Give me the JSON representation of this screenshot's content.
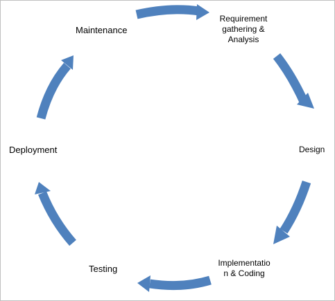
{
  "stages": {
    "maintenance": {
      "lines": [
        "Maintenance"
      ]
    },
    "requirement": {
      "lines": [
        "Requirement",
        "gathering &",
        "Analysis"
      ]
    },
    "design": {
      "lines": [
        "Design"
      ]
    },
    "implementation": {
      "lines": [
        "Implementatio",
        "n & Coding"
      ]
    },
    "testing": {
      "lines": [
        "Testing"
      ]
    },
    "deployment": {
      "lines": [
        "Deployment"
      ]
    }
  },
  "colors": {
    "arrow": "#4f81bd",
    "text": "#000000",
    "frame": "#bfbfbf"
  },
  "arrow_icons": [
    "maintenance-to-requirement-arrow-icon",
    "requirement-to-design-arrow-icon",
    "design-to-implementation-arrow-icon",
    "implementation-to-testing-arrow-icon",
    "testing-to-deployment-arrow-icon",
    "deployment-to-maintenance-arrow-icon"
  ]
}
